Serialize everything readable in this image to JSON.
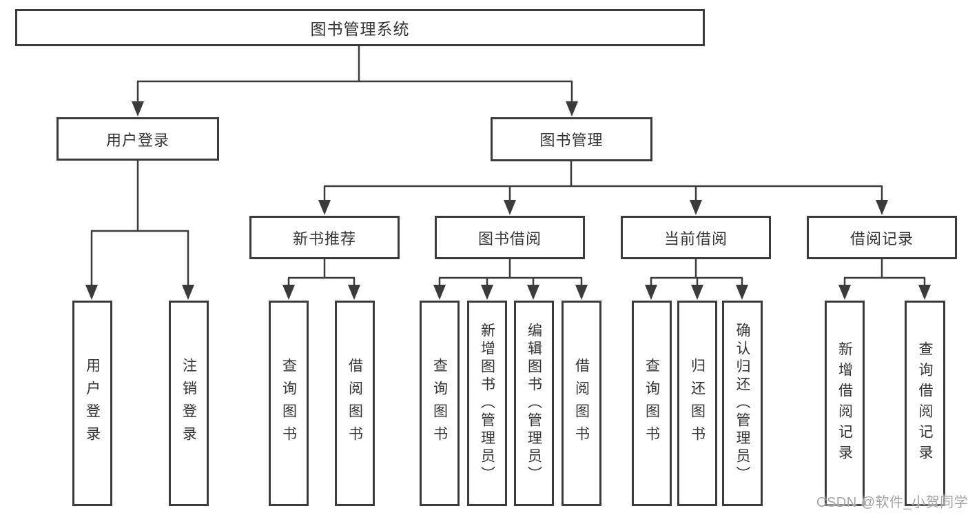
{
  "diagram": {
    "root": {
      "label": "图书管理系统"
    },
    "level2": [
      {
        "label": "用户登录"
      },
      {
        "label": "图书管理"
      }
    ],
    "level3": [
      {
        "label": "新书推荐"
      },
      {
        "label": "图书借阅"
      },
      {
        "label": "当前借阅"
      },
      {
        "label": "借阅记录"
      }
    ],
    "leaves": [
      {
        "label": "用户登录"
      },
      {
        "label": "注销登录"
      },
      {
        "label": "查询图书"
      },
      {
        "label": "借阅图书"
      },
      {
        "label": "查询图书"
      },
      {
        "label": "新增图书（管理员）"
      },
      {
        "label": "编辑图书（管理员）"
      },
      {
        "label": "借阅图书"
      },
      {
        "label": "查询图书"
      },
      {
        "label": "归还图书"
      },
      {
        "label": "确认归还（管理员）"
      },
      {
        "label": "新增借阅记录"
      },
      {
        "label": "查询借阅记录"
      }
    ]
  },
  "watermark": {
    "text": "CSDN @软件_小贺同学"
  },
  "colors": {
    "line": "#3b3b3b",
    "box_border": "#3b3b3b",
    "text": "#333333",
    "background": "#ffffff",
    "watermark": "#a3a3a3"
  }
}
